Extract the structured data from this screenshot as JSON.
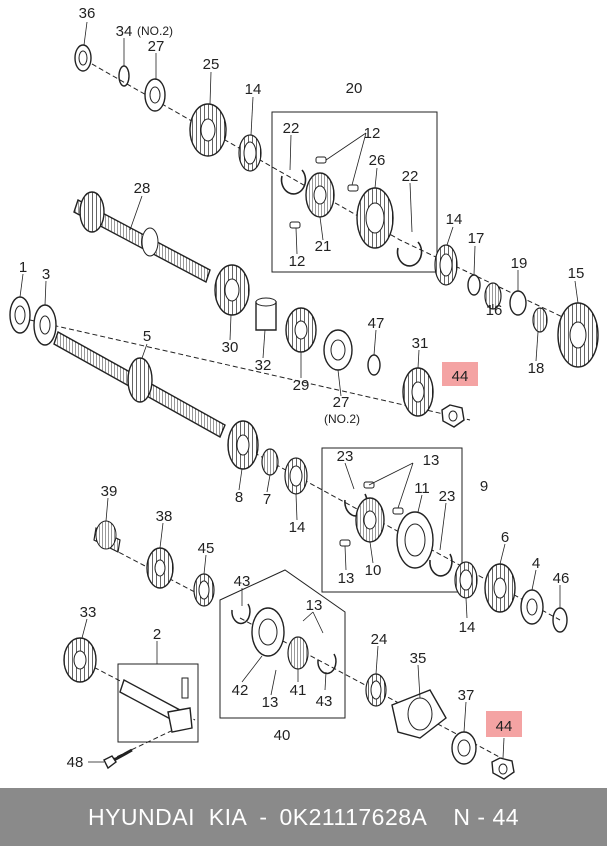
{
  "diagram": {
    "labels": {
      "l36": "36",
      "l34": "34",
      "l27a": "27",
      "no2a": "(NO.2)",
      "l25": "25",
      "l14a": "14",
      "l20": "20",
      "l22a": "22",
      "l12a": "12",
      "l26": "26",
      "l22b": "22",
      "l21": "21",
      "l12b": "12",
      "l28": "28",
      "l14b": "14",
      "l17": "17",
      "l19": "19",
      "l15": "15",
      "l16": "16",
      "l18": "18",
      "l1": "1",
      "l3": "3",
      "l5": "5",
      "l30": "30",
      "l32": "32",
      "l29": "29",
      "l27b": "27",
      "no2b": "(NO.2)",
      "l47": "47",
      "l31": "31",
      "l44a": "44",
      "l8": "8",
      "l7": "7",
      "l14c": "14",
      "l23a": "23",
      "l13a": "13",
      "l9": "9",
      "l11": "11",
      "l23b": "23",
      "l13b": "13",
      "l10": "10",
      "l39": "39",
      "l38": "38",
      "l45": "45",
      "l6": "6",
      "l4": "4",
      "l46": "46",
      "l14d": "14",
      "l43a": "43",
      "l13c": "13",
      "l42": "42",
      "l41": "41",
      "l43b": "43",
      "l13d": "13",
      "l40": "40",
      "l33": "33",
      "l2": "2",
      "l48": "48",
      "l24": "24",
      "l35": "35",
      "l37": "37",
      "l44b": "44"
    },
    "highlight_color": "#f4a3a3"
  },
  "footer": {
    "brand": "HYUNDAI  KIA",
    "separator1": "-",
    "part_number": "0K21117628A",
    "item": "N - 44"
  }
}
